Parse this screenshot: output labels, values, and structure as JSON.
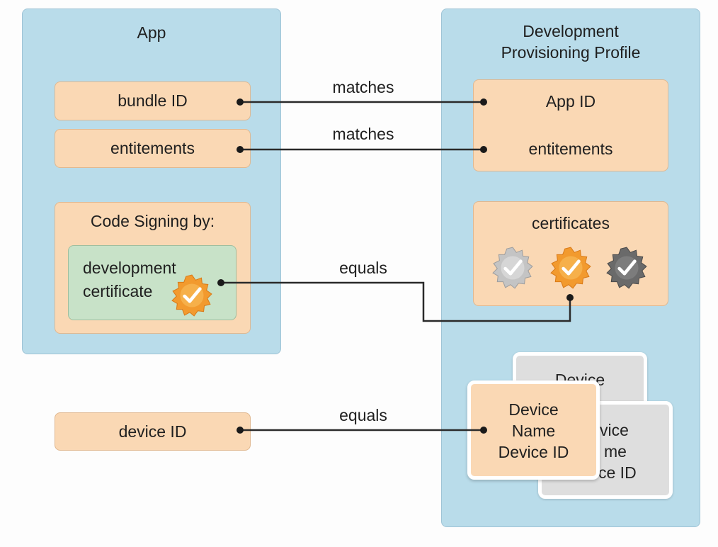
{
  "app_panel": {
    "title": "App",
    "bundle_id": "bundle ID",
    "entitlements": "entitements",
    "code_signing": {
      "title": "Code Signing by:",
      "cert_line1": "development",
      "cert_line2": "certificate"
    }
  },
  "device_id_box": "device ID",
  "profile_panel": {
    "title_line1": "Development",
    "title_line2": "Provisioning Profile",
    "app_id_box": {
      "app_id": "App ID",
      "entitlements": "entitements"
    },
    "certificates": {
      "title": "certificates",
      "badges": [
        "silver-certificate-icon",
        "orange-certificate-icon",
        "dark-certificate-icon"
      ]
    },
    "device_cards": {
      "back_line1": "Device",
      "middle_line1": "vice",
      "middle_line2": "me",
      "middle_line3": "ce ID",
      "front_line1": "Device",
      "front_line2": "Name",
      "front_line3": "Device ID"
    }
  },
  "connectors": {
    "bundle_to_app_id": "matches",
    "entitlements_to_entitlements": "matches",
    "cert_to_certificates": "equals",
    "device_to_device": "equals"
  },
  "colors": {
    "panel": "#b9dcea",
    "box": "#fad8b4",
    "cert_box": "#c8e2c8",
    "device_card_back": "#dedede",
    "badge_orange": "#f29a2e",
    "badge_silver": "#c4c4c4",
    "badge_dark": "#6a6a6a",
    "line": "#2a2a2a"
  }
}
